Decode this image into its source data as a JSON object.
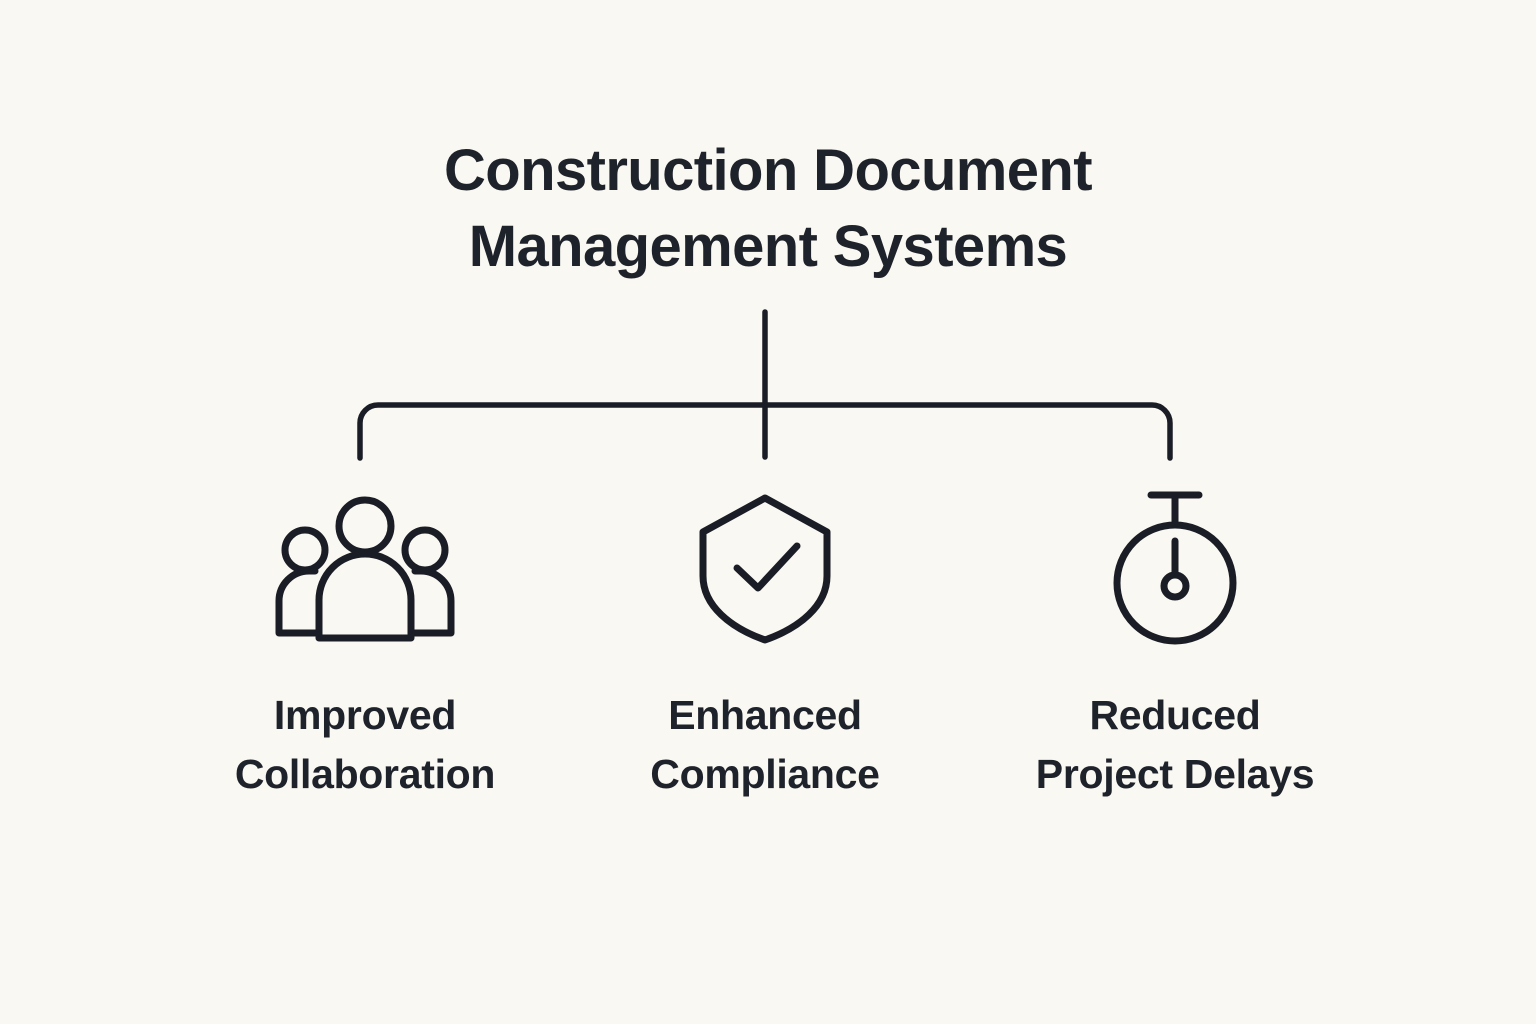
{
  "diagram": {
    "title": "Construction Document\nManagement Systems",
    "background_color": "#faf8f2",
    "line_color": "#1a1d26",
    "text_color": "#1e222b",
    "branches": [
      {
        "icon": "people-group-icon",
        "label": "Improved\nCollaboration"
      },
      {
        "icon": "shield-check-icon",
        "label": "Enhanced\nCompliance"
      },
      {
        "icon": "stopwatch-icon",
        "label": "Reduced\nProject Delays"
      }
    ]
  }
}
